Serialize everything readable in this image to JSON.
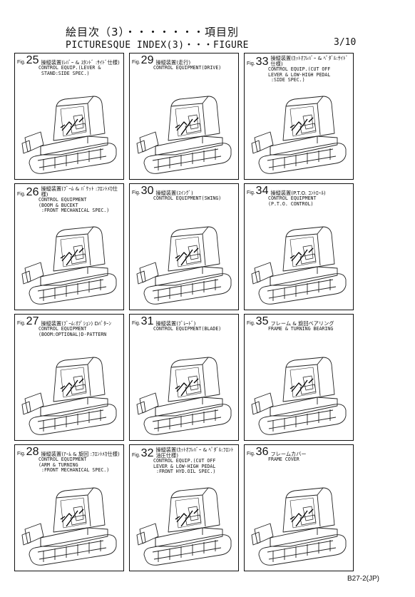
{
  "header": {
    "title_jp": "絵目次（3）・・・・・・・項目別",
    "title_en": "PICTURESQUE INDEX(3)・・・FIGURE",
    "page": "3/10"
  },
  "figures": [
    {
      "fig": "Fig.",
      "num": "25",
      "jp": "操縦装置(ﾚﾊﾞｰ & ｽﾀﾝﾄﾞ :ｻｲﾄﾞ仕様)",
      "en": "CONTROL EQUIP.(LEVER &\n STAND:SIDE SPEC.)"
    },
    {
      "fig": "Fig.",
      "num": "29",
      "jp": "操縦装置(走行)",
      "en": "CONTROL EQUIPMENT(DRIVE)"
    },
    {
      "fig": "Fig.",
      "num": "33",
      "jp": "操縦装置(ｶｯﾄｵﾌﾚﾊﾞｰ & ﾍﾟﾀﾞﾙ:ｻｲﾄﾞ仕様)",
      "en": "CONTROL EQUIP.(CUT OFF\nLEVER & LOW-HIGH PEDAL\n :SIDE SPEC.)"
    },
    {
      "fig": "Fig.",
      "num": "26",
      "jp": "操縦装置(ﾌﾞｰﾑ & ﾊﾞｹｯﾄ :ﾌﾛﾝﾄﾒｶ仕様)",
      "en": "CONTROL EQUIPMENT\n(BOOM & BUCEKT\n :FRONT MECHANICAL SPEC.)"
    },
    {
      "fig": "Fig.",
      "num": "30",
      "jp": "操縦装置(ｽｲﾝｸﾞ)",
      "en": "CONTROL EQUIPMENT(SWING)"
    },
    {
      "fig": "Fig.",
      "num": "34",
      "jp": "操縦装置(P.T.O. ｺﾝﾄﾛｰﾙ)",
      "en": "CONTROL EQUIPMENT\n(P.T.O. CONTROL)"
    },
    {
      "fig": "Fig.",
      "num": "27",
      "jp": "操縦装置(ﾌﾞｰﾑ:ｵﾌﾟｼｮﾝ) Dﾊﾟﾀｰﾝ",
      "en": "CONTROL EQUIPMENT\n(BOOM:OPTIONAL)D-PATTERN"
    },
    {
      "fig": "Fig.",
      "num": "31",
      "jp": "操縦装置(ﾌﾞﾚｰﾄﾞ)",
      "en": "CONTROL EQUIPMENT(BLADE)"
    },
    {
      "fig": "Fig.",
      "num": "35",
      "jp": "フレーム & 旋回ベアリング",
      "en": "FRAME & TURNING BEARING"
    },
    {
      "fig": "Fig.",
      "num": "28",
      "jp": "操縦装置(ｱｰﾑ & 旋回 :ﾌﾛﾝﾄﾒｶ仕様)",
      "en": "CONTROL EQUIPMENT\n(ARM & TURNING\n :FRONT MECHANICAL SPEC.)"
    },
    {
      "fig": "Fig.",
      "num": "32",
      "jp": "操縦装置(ｶｯﾄｵﾌﾚﾊﾞｰ & ﾍﾟﾀﾞﾙ:ﾌﾛﾝﾄ油圧仕様)",
      "en": "CONTROL EQUIP.(CUT OFF\nLEVER & LOW-HIGH PEDAL\n :FRONT HYD.OIL SPEC.)"
    },
    {
      "fig": "Fig.",
      "num": "36",
      "jp": "フレームカバー",
      "en": "FRAME COVER"
    }
  ],
  "footer": "B27-2(JP)"
}
